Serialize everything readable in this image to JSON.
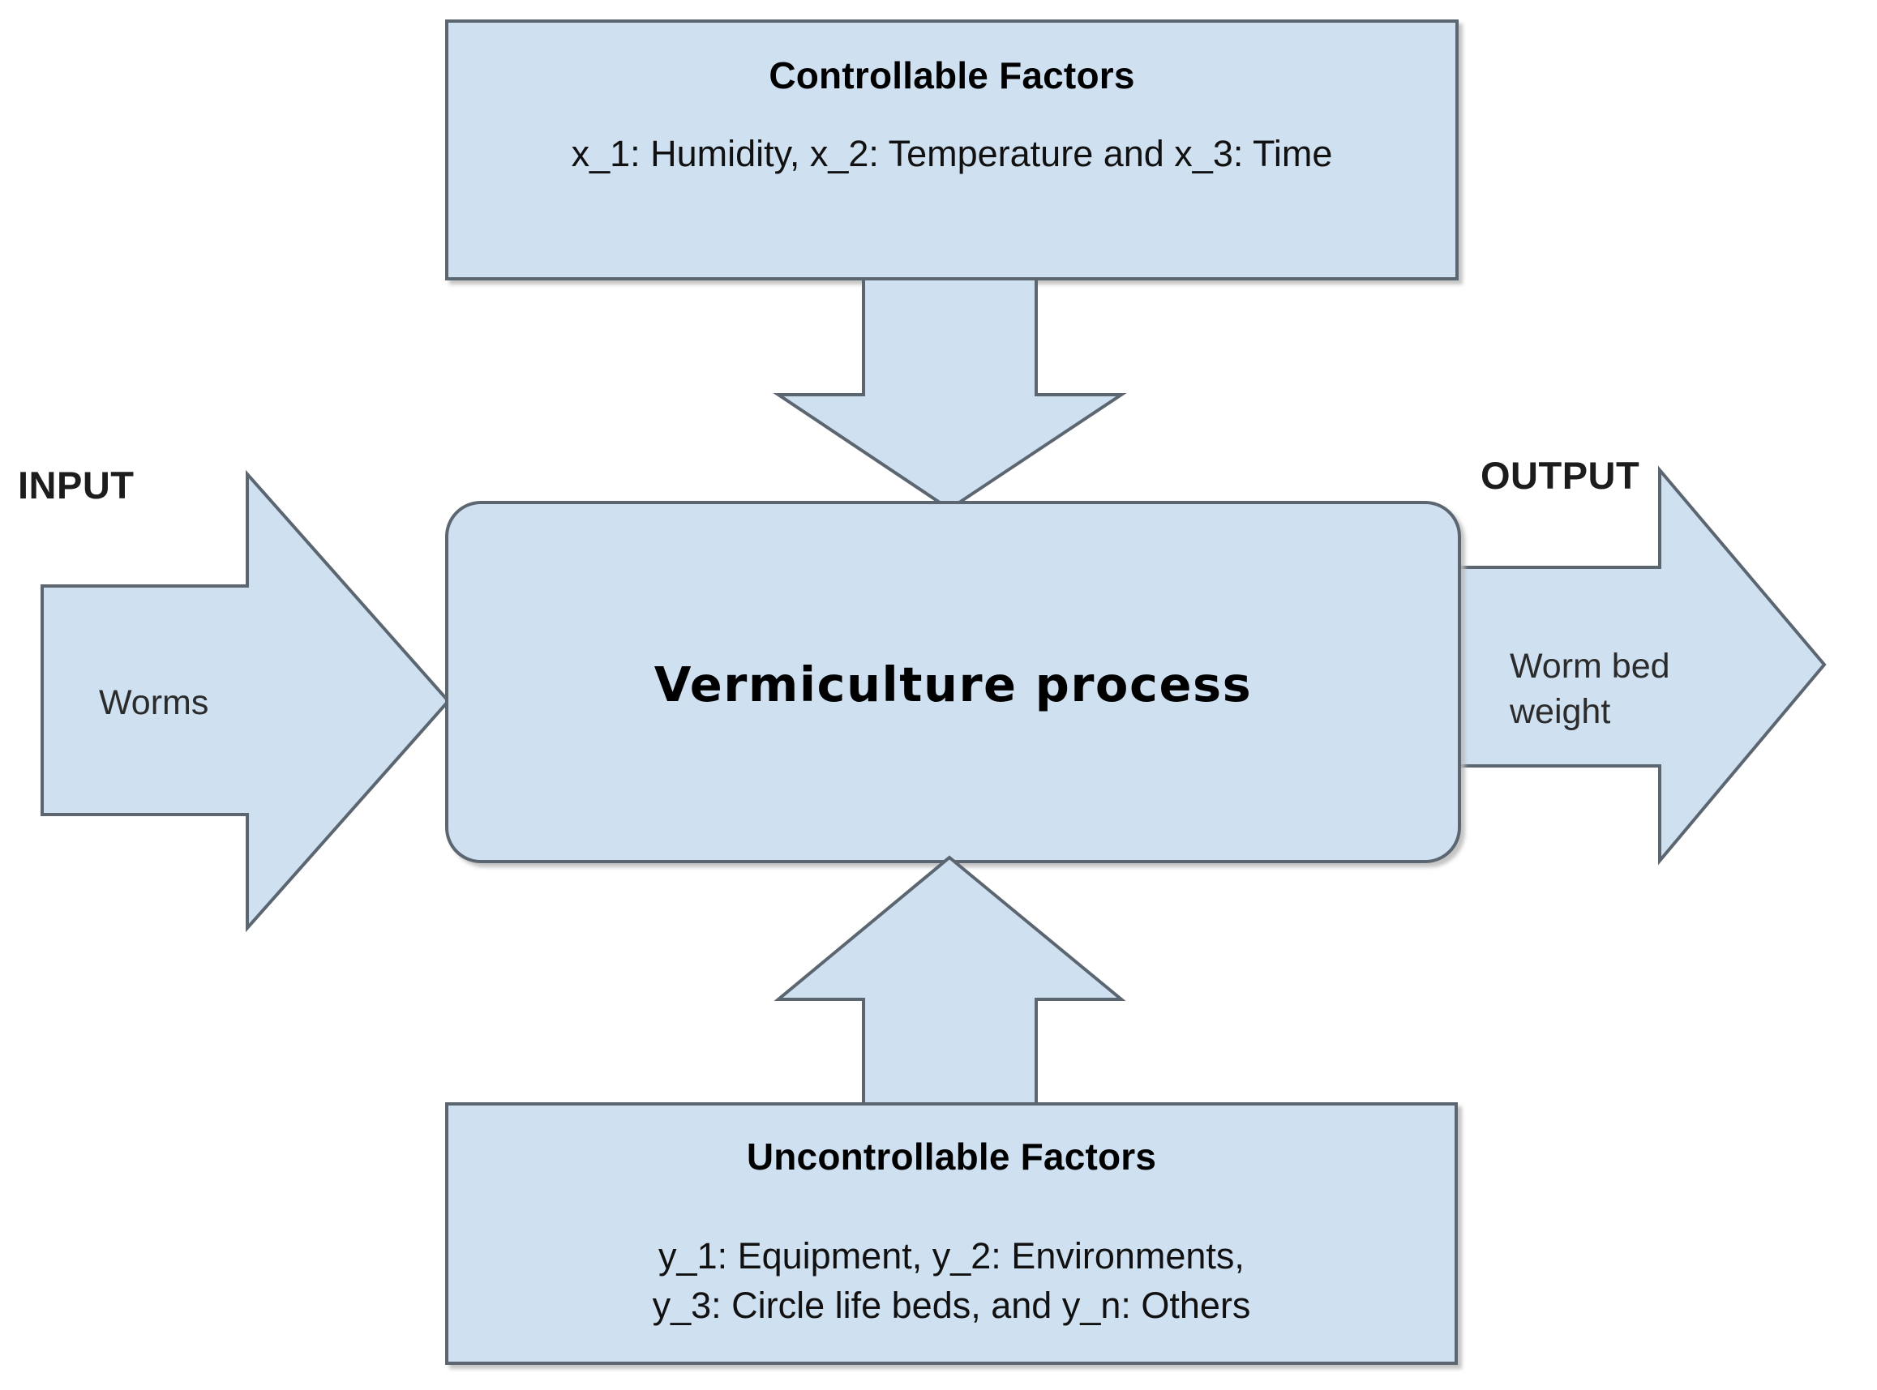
{
  "diagram": {
    "type": "process-block-diagram",
    "colors": {
      "fill": "#cfe0f1",
      "stroke": "#5c6670",
      "text": "#111111",
      "background": "#ffffff"
    },
    "top_box": {
      "title": "Controllable Factors",
      "body_lines": [
        "x_1: Humidity,  x_2: Temperature  and x_3: Time"
      ],
      "factors": [
        {
          "symbol": "x_1",
          "name": "Humidity"
        },
        {
          "symbol": "x_2",
          "name": "Temperature"
        },
        {
          "symbol": "x_3",
          "name": "Time"
        }
      ]
    },
    "bottom_box": {
      "title": "Uncontrollable Factors",
      "body_lines": [
        "y_1: Equipment,  y_2: Environments,",
        "y_3: Circle life beds, and y_n: Others"
      ],
      "factors": [
        {
          "symbol": "y_1",
          "name": "Equipment"
        },
        {
          "symbol": "y_2",
          "name": "Environments"
        },
        {
          "symbol": "y_3",
          "name": "Circle life beds"
        },
        {
          "symbol": "y_n",
          "name": "Others"
        }
      ]
    },
    "process": {
      "label": "Vermiculture process"
    },
    "input": {
      "caption": "INPUT",
      "label": "Worms"
    },
    "output": {
      "caption": "OUTPUT",
      "label_lines": [
        "Worm bed",
        "weight"
      ],
      "label": "Worm bed weight"
    },
    "connectors": {
      "top_arrow": "down-arrow-icon",
      "bottom_arrow": "up-arrow-icon",
      "input_arrow": "right-arrow-icon",
      "output_arrow": "right-arrow-icon"
    }
  }
}
